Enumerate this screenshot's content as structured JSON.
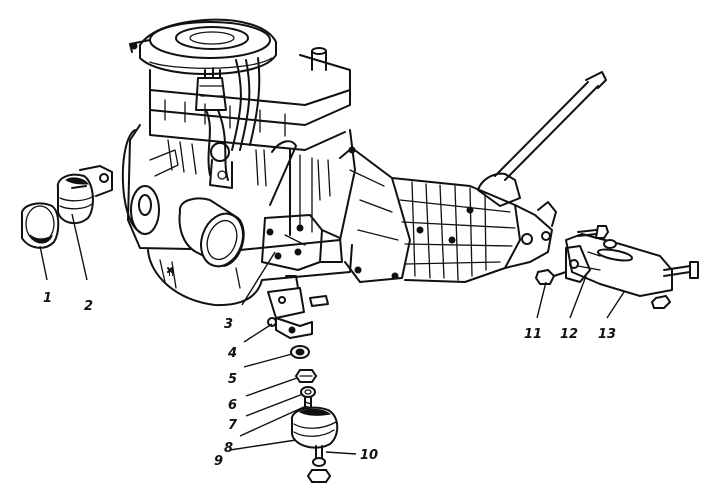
{
  "callouts": [
    {
      "id": "1",
      "label": "1"
    },
    {
      "id": "2",
      "label": "2"
    },
    {
      "id": "3",
      "label": "3"
    },
    {
      "id": "4",
      "label": "4"
    },
    {
      "id": "5",
      "label": "5"
    },
    {
      "id": "6",
      "label": "6"
    },
    {
      "id": "7",
      "label": "7"
    },
    {
      "id": "8",
      "label": "8"
    },
    {
      "id": "9",
      "label": "9"
    },
    {
      "id": "10",
      "label": "10"
    },
    {
      "id": "11",
      "label": "11"
    },
    {
      "id": "12",
      "label": "12"
    },
    {
      "id": "13",
      "label": "13"
    }
  ],
  "colors": {
    "ink": "#111111",
    "paper": "#ffffff"
  }
}
